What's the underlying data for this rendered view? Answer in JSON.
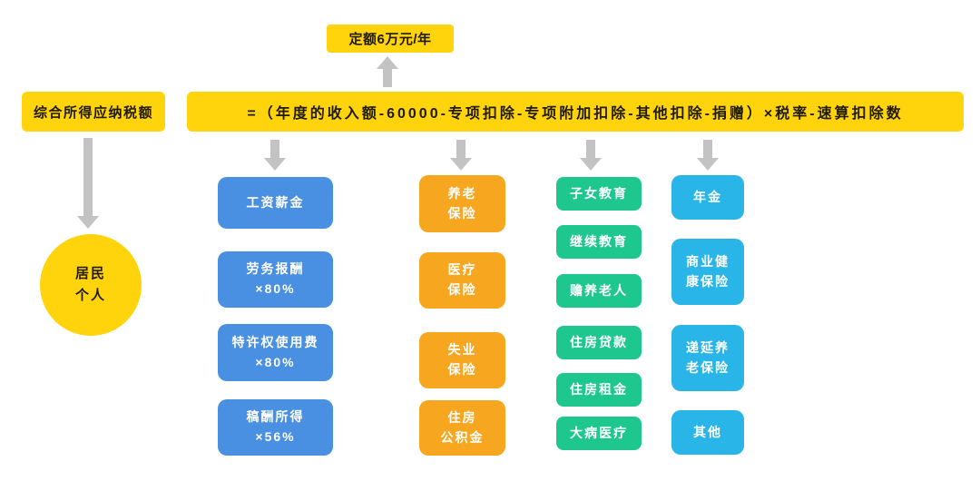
{
  "colors": {
    "yellow": "#FFD40C",
    "blue": "#4A90E2",
    "orange": "#F6A71F",
    "green": "#1EC78E",
    "cyan": "#2AB5E8",
    "arrow_gray": "#C3C3C3",
    "text_dark": "#1F1A00",
    "text_light": "#FFFFFF"
  },
  "nodes": {
    "quota_label": "定额6万元/年",
    "tax_label": "综合所得应纳税额",
    "resident_label": "居民\n个人",
    "formula": "=（年度的收入额-60000-专项扣除-专项附加扣除-其他扣除-捐赠）×税率-速算扣除数"
  },
  "columns": {
    "income": {
      "items": [
        "工资薪金",
        "劳务报酬\n×80%",
        "特许权使用费\n×80%",
        "稿酬所得\n×56%"
      ]
    },
    "special_deduction": {
      "items": [
        "养老\n保险",
        "医疗\n保险",
        "失业\n保险",
        "住房\n公积金"
      ]
    },
    "special_additional_deduction": {
      "items": [
        "子女教育",
        "继续教育",
        "赡养老人",
        "住房贷款",
        "住房租金",
        "大病医疗"
      ]
    },
    "other_deduction": {
      "items": [
        "年金",
        "商业健\n康保险",
        "递延养\n老保险",
        "其他"
      ]
    }
  }
}
